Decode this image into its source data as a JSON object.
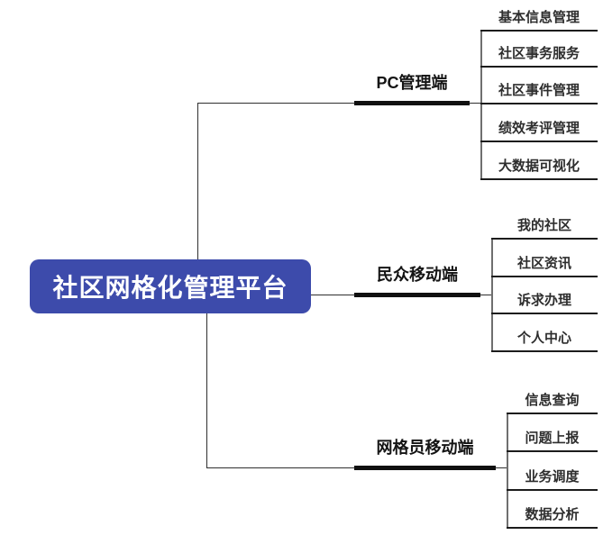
{
  "root": {
    "label": "社区网格化管理平台"
  },
  "branches": [
    {
      "label": "PC管理端",
      "children": [
        "基本信息管理",
        "社区事务服务",
        "社区事件管理",
        "绩效考评管理",
        "大数据可视化"
      ]
    },
    {
      "label": "民众移动端",
      "children": [
        "我的社区",
        "社区资讯",
        "诉求办理",
        "个人中心"
      ]
    },
    {
      "label": "网格员移动端",
      "children": [
        "信息查询",
        "问题上报",
        "业务调度",
        "数据分析"
      ]
    }
  ],
  "colors": {
    "root_bg": "#3d4bab",
    "root_text": "#ffffff",
    "line": "#2f2f2f",
    "thick_line": "#101010",
    "underline": "#1c1c1c",
    "vline": "#6f6f6f",
    "branch_label": "#141414",
    "child_label": "#2e2e2e",
    "canvas_bg": "#ffffff"
  }
}
